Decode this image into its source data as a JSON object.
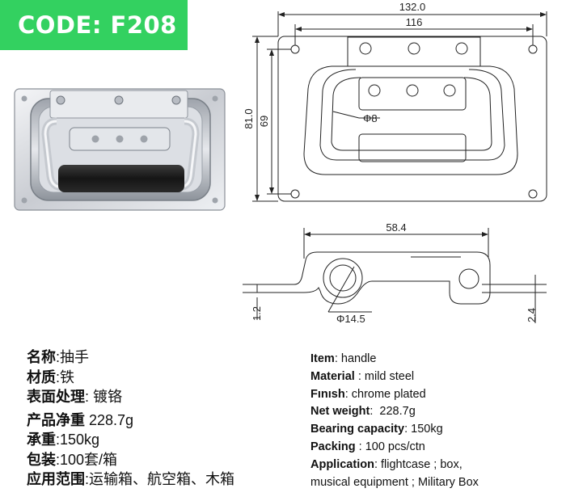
{
  "code": "CODE: F208",
  "drawing": {
    "width_overall": "132.0",
    "width_holes": "116",
    "height_overall": "81.0",
    "height_holes": "69",
    "handle_dia": "Φ8",
    "depth": "58.4",
    "tube_dia": "Φ14.5",
    "thickness_plate": "1.2",
    "thickness_total": "2.4"
  },
  "specs_cn": [
    {
      "k": "名称",
      "v": "抽手"
    },
    {
      "k": "材质",
      "v": "铁"
    },
    {
      "k": "表面处理",
      "v": "镀铬"
    },
    {
      "k": "产品净重",
      "v": "228.7g"
    },
    {
      "k": "承重",
      "v": "150kg"
    },
    {
      "k": "包装",
      "v": "100套/箱"
    },
    {
      "k": "应用范围",
      "v": "运输箱、航空箱、木箱"
    }
  ],
  "specs_en": [
    {
      "k": "Item",
      "v": "handle"
    },
    {
      "k": "Material",
      "v": "mild steel"
    },
    {
      "k": "Fınısh",
      "v": "chrome plated"
    },
    {
      "k": "Net weight",
      "v": "228.7g"
    },
    {
      "k": "Bearing capacity",
      "v": "150kg"
    },
    {
      "k": "Packing",
      "v": "100 pcs/ctn"
    },
    {
      "k": "Application",
      "v": "flightcase ; box,"
    },
    {
      "k": "",
      "v": "musical equipment ; Military Box"
    }
  ]
}
